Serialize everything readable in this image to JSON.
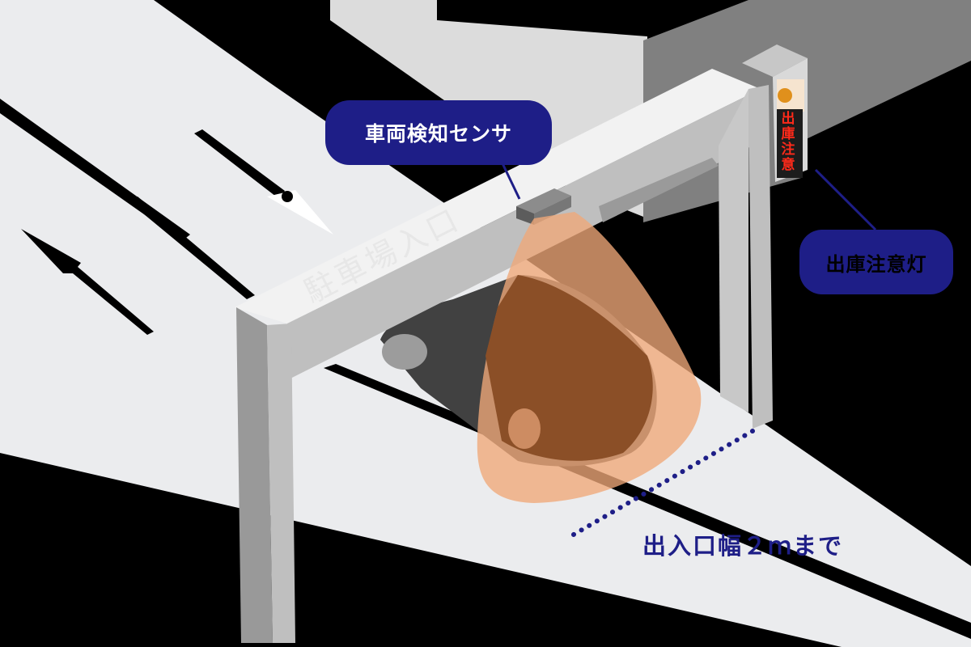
{
  "diagram": {
    "title_labels": {
      "sensor": "車両検知センサ",
      "warning_light": "出庫注意灯",
      "gate_sign": "駐車場入口",
      "led_display": "出庫注意",
      "width_note": "出入口幅２ｍまで"
    },
    "colors": {
      "background": "#000000",
      "road": "#ebecee",
      "callout_fill": "#1e1e87",
      "callout_text_sensor": "#ffffff",
      "callout_text_light": "#000000",
      "detection_zone": "#f0a878",
      "car_shadow": "#8b4f27",
      "gate_frame": "#bfbfbf",
      "dotted_line": "#1e1e87",
      "led_red": "#ff2a1a",
      "building": "#808080"
    },
    "elements": [
      "road-surface",
      "lane-arrow-in",
      "lane-arrow-out",
      "gate-frame",
      "vehicle-detection-sensor",
      "detection-zone",
      "car",
      "warning-light-panel",
      "entrance-width-dotted-line"
    ]
  }
}
